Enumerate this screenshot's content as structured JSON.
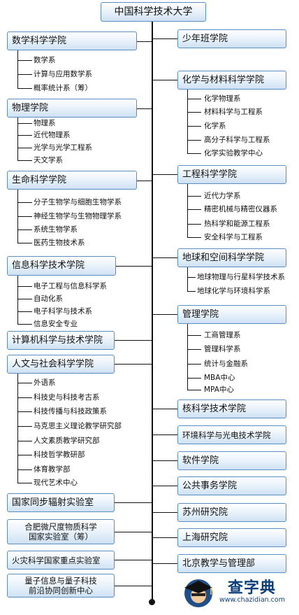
{
  "root": "中国科学技术大学",
  "left_groups": [
    {
      "title": "数学科学学院",
      "items": [
        "数学系",
        "计算与应用数学系",
        "概率统计系（筹）"
      ]
    },
    {
      "title": "物理学院",
      "items": [
        "物理系",
        "近代物理系",
        "光学与光学工程系",
        "天文学系"
      ]
    },
    {
      "title": "生命科学学院",
      "items": [
        "分子生物学与细胞生物学系",
        "神经生物学与生物物理学系",
        "系统生物学系",
        "医药生物技术系"
      ]
    },
    {
      "title": "信息科学技术学院",
      "items": [
        "电子工程与信息科学系",
        "自动化系",
        "电子科学与技术系",
        "信息安全专业"
      ]
    },
    {
      "title": "计算机科学与技术学院",
      "items": []
    },
    {
      "title": "人文与社会科学学院",
      "items": [
        "外语系",
        "科技史与科技考古系",
        "科技传播与科技政策系",
        "马克思主义理论教学研究部",
        "人文素质教学研究部",
        "科技哲学教研部",
        "体育教学部",
        "现代艺术中心"
      ]
    },
    {
      "title": "国家同步辐射实验室",
      "items": []
    },
    {
      "title": "合肥微尺度物质科学国家实验室（筹）",
      "line1": "合肥微尺度物质科学",
      "line2": "国家实验室（筹）",
      "items": []
    },
    {
      "title": "火灾科学国家重点实验室",
      "items": []
    },
    {
      "title": "量子信息与量子科技前沿协同创新中心",
      "line1": "量子信息与量子科技",
      "line2": "前沿协同创新中心",
      "items": []
    }
  ],
  "right_groups": [
    {
      "title": "少年班学院",
      "items": []
    },
    {
      "title": "化学与材料科学学院",
      "items": [
        "化学物理系",
        "材料科学与工程系",
        "化学系",
        "高分子科学与工程系",
        "化学实验教学中心"
      ]
    },
    {
      "title": "工程科学学院",
      "items": [
        "近代力学系",
        "精密机械与精密仪器系",
        "热科学和能源工程系",
        "安全科学与工程系"
      ]
    },
    {
      "title": "地球和空间科学学院",
      "items": [
        "地球物理与行星科学技术系",
        "地球化学与环境科学系"
      ]
    },
    {
      "title": "管理学院",
      "items": [
        "工商管理系",
        "管理科学系",
        "统计与金融系",
        "MBA中心",
        "MPA中心"
      ]
    },
    {
      "title": "核科学技术学院",
      "items": []
    },
    {
      "title": "环境科学与光电技术学院",
      "items": []
    },
    {
      "title": "软件学院",
      "items": []
    },
    {
      "title": "公共事务学院",
      "items": []
    },
    {
      "title": "苏州研究院",
      "items": []
    },
    {
      "title": "上海研究院",
      "items": []
    },
    {
      "title": "北京教学与管理部",
      "items": []
    }
  ],
  "watermark": {
    "text": "查字典",
    "url": "www.chazidian.com"
  }
}
